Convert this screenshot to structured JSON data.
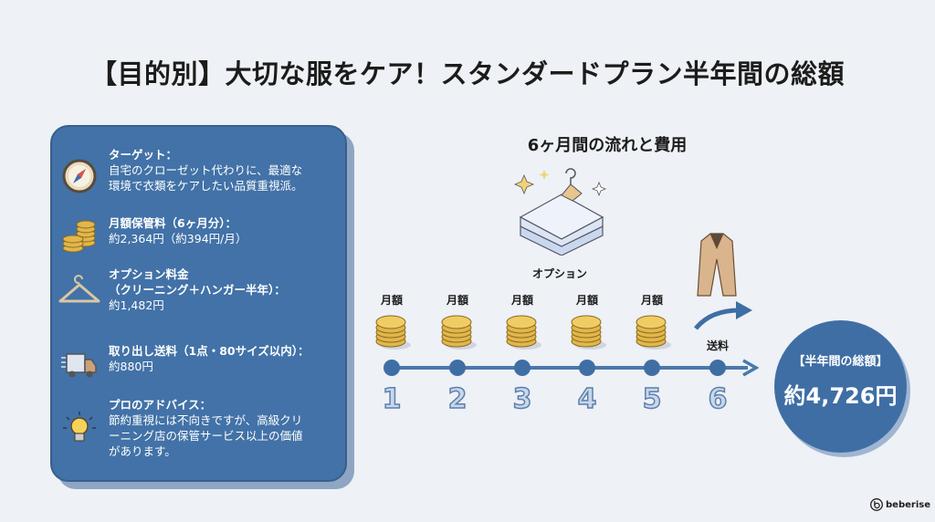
{
  "title": "【目的別】大切な服をケア！スタンダードプラン半年間の総額",
  "panel": {
    "items": [
      {
        "icon": "compass-icon",
        "heading": "ターゲット：",
        "lines": [
          "自宅のクローゼット代わりに、最適な",
          "環境で衣類をケアしたい品質重視派。"
        ]
      },
      {
        "icon": "coins-icon",
        "heading": "月額保管料（6ヶ月分）：",
        "lines": [
          "約2,364円（約394円/月）"
        ]
      },
      {
        "icon": "hanger-icon",
        "heading": "オプション料金",
        "heading2": "（クリーニング＋ハンガー半年）：",
        "lines": [
          "約1,482円"
        ]
      },
      {
        "icon": "truck-icon",
        "heading": "取り出し送料（1点・80サイズ以内）：",
        "lines": [
          "約880円"
        ]
      },
      {
        "icon": "lightbulb-icon",
        "heading": "プロのアドバイス：",
        "lines": [
          "節約重視には不向きですが、高級クリ",
          "ーニング店の保管サービス以上の価値",
          "があります。"
        ]
      }
    ]
  },
  "flow": {
    "title": "6ヶ月間の流れと費用",
    "option_label": "オプション",
    "monthly_label": "月額",
    "shipping_label": "送料",
    "steps": [
      "1",
      "2",
      "3",
      "4",
      "5",
      "6"
    ]
  },
  "total": {
    "label": "【半年間の総額】",
    "value": "約4,726円"
  },
  "logo": "beberise",
  "colors": {
    "accent": "#3f6ea5",
    "coin": "#e2b64a",
    "background": "#eef1f5"
  }
}
